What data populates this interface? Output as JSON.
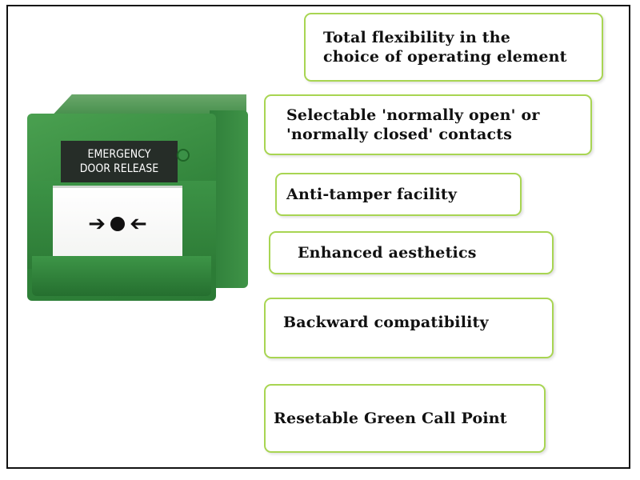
{
  "device": {
    "label_line1": "EMERGENCY",
    "label_line2": "DOOR RELEASE",
    "arrow_left_icon": "arrow-right-icon",
    "center_icon": "dot-icon",
    "arrow_right_icon": "arrow-left-icon",
    "colors": {
      "body": "#2f8139",
      "plate": "#262d28",
      "border_accent": "#a8d552"
    }
  },
  "features": [
    {
      "line1": "Total flexibility in the",
      "line2": "choice of operating element"
    },
    {
      "line1": "Selectable 'normally open' or",
      "line2": "'normally closed' contacts"
    },
    {
      "line1": "Anti-tamper facility"
    },
    {
      "line1": "Enhanced aesthetics"
    },
    {
      "line1": "Backward compatibility"
    },
    {
      "line1": "Resetable Green Call Point"
    }
  ]
}
